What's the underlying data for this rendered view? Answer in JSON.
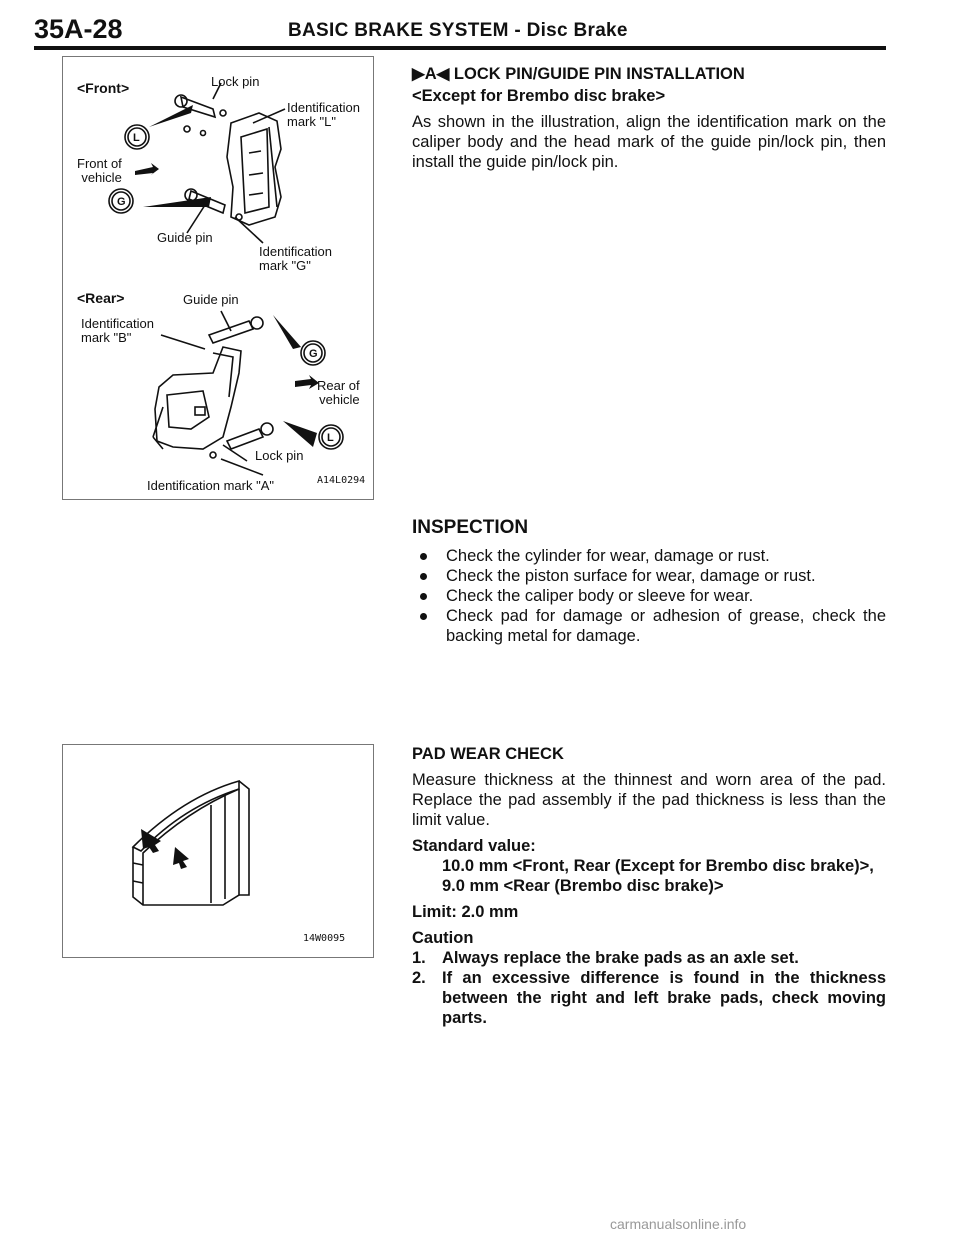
{
  "header": {
    "page_number": "35A-28",
    "title": "BASIC BRAKE SYSTEM -",
    "subtitle": "Disc Brake"
  },
  "figure1": {
    "front_label": "<Front>",
    "rear_label": "<Rear>",
    "lock_pin_top": "Lock pin",
    "ident_l": "Identification\nmark \"L\"",
    "front_of_vehicle": "Front of\nvehicle",
    "guide_pin_front": "Guide pin",
    "ident_g": "Identification\nmark \"G\"",
    "guide_pin_rear": "Guide pin",
    "ident_b": "Identification\nmark \"B\"",
    "rear_of_vehicle": "Rear of\nvehicle",
    "lock_pin_rear": "Lock pin",
    "ident_a": "Identification mark \"A\"",
    "badge_l": "L",
    "badge_g": "G",
    "figure_id": "A14L0294"
  },
  "figure2": {
    "figure_id": "14W0095"
  },
  "section_install": {
    "heading_marker_left": "▶",
    "heading_letter": "A",
    "heading_marker_right": "◀",
    "heading": "LOCK PIN/GUIDE PIN INSTALLATION",
    "subheading": "<Except for Brembo disc brake>",
    "body": "As shown in the illustration, align the identification mark on the caliper body and the head mark of the guide pin/lock pin, then install the guide pin/lock pin."
  },
  "section_inspection": {
    "heading": "INSPECTION",
    "items": [
      "Check the cylinder for wear, damage or rust.",
      "Check the piston surface for wear, damage or rust.",
      "Check the caliper body or sleeve for wear.",
      "Check pad for damage or adhesion of grease, check the backing metal for damage."
    ]
  },
  "section_pad": {
    "heading": "PAD WEAR CHECK",
    "body": "Measure thickness at the thinnest and worn area of the pad. Replace the pad assembly if the pad thickness is less than the limit value.",
    "standard_label": "Standard value:",
    "standard_line1": "10.0 mm <Front, Rear (Except for Brembo disc brake)>,",
    "standard_line2": "9.0 mm <Rear (Brembo disc brake)>",
    "limit": "Limit: 2.0 mm",
    "caution_label": "Caution",
    "caution_items": [
      {
        "num": "1.",
        "text": "Always replace the brake pads as an axle set."
      },
      {
        "num": "2.",
        "text": "If an excessive difference is found in the thickness between the right and left brake pads, check moving parts."
      }
    ]
  },
  "watermark": "carmanualsonline.info"
}
